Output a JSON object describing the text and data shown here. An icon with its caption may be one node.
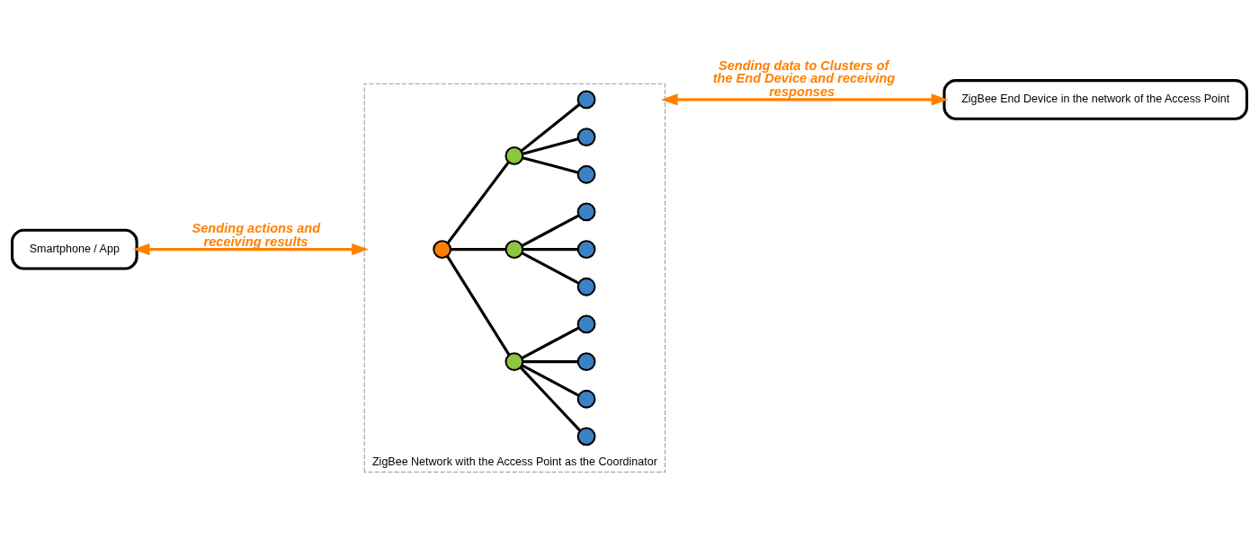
{
  "diagram": {
    "nodes": [
      {
        "text": [
          "Smartphone / App"
        ]
      },
      {
        "text": [
          "ZigBee Network with the Access Point as the Coordinator"
        ]
      },
      {
        "text": [],
        "shape": "circle",
        "in": 1
      },
      {
        "text": [],
        "shape": "circle",
        "in": 1
      },
      {
        "text": [],
        "shape": "circle",
        "in": 1
      },
      {
        "text": [],
        "shape": "circle",
        "in": 1
      },
      {
        "text": [],
        "shape": "circle",
        "in": 1
      },
      {
        "text": [],
        "shape": "circle",
        "in": 1
      },
      {
        "text": [],
        "shape": "circle",
        "in": 1
      },
      {
        "text": [],
        "shape": "circle",
        "in": 1
      },
      {
        "text": [],
        "shape": "circle",
        "in": 1
      },
      {
        "text": [],
        "shape": "circle",
        "in": 1
      },
      {
        "text": [],
        "shape": "circle",
        "in": 1
      },
      {
        "text": [],
        "shape": "circle",
        "in": 1
      },
      {
        "text": [],
        "shape": "circle",
        "in": 1
      },
      {
        "text": [],
        "shape": "circle",
        "in": 1
      },
      {
        "text": [
          "ZigBee End Device in the network of the Access Point"
        ]
      }
    ],
    "edges": [
      {
        "from": 0,
        "to": 1,
        "arrow": "both",
        "label": "Sending actions and receiving results",
        "color": "#ff8000"
      },
      {
        "from": 1,
        "to": 16,
        "arrow": "both",
        "label": "Sending data to Clusters of the End Device and receiving responses",
        "color": "#ff8000"
      },
      {
        "from": 2,
        "to": 3,
        "arrow": "none"
      },
      {
        "from": 2,
        "to": 4,
        "arrow": "none"
      },
      {
        "from": 2,
        "to": 5,
        "arrow": "none"
      },
      {
        "from": 3,
        "to": 6,
        "arrow": "none"
      },
      {
        "from": 3,
        "to": 7,
        "arrow": "none"
      },
      {
        "from": 3,
        "to": 8,
        "arrow": "none"
      },
      {
        "from": 3,
        "to": 9,
        "arrow": "none"
      },
      {
        "from": 4,
        "to": 10,
        "arrow": "none"
      },
      {
        "from": 4,
        "to": 11,
        "arrow": "none"
      },
      {
        "from": 4,
        "to": 12,
        "arrow": "none"
      },
      {
        "from": 5,
        "to": 13,
        "arrow": "none"
      },
      {
        "from": 5,
        "to": 14,
        "arrow": "none"
      },
      {
        "from": 5,
        "to": 15,
        "arrow": "none"
      }
    ]
  }
}
